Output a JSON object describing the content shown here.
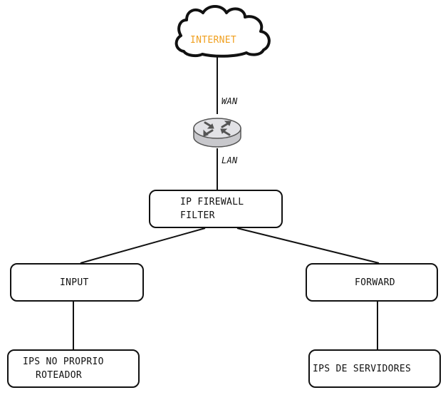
{
  "diagram": {
    "internet": {
      "label": "INTERNET",
      "color": "#f0a020"
    },
    "wan_label": "WAN",
    "lan_label": "LAN",
    "router": {
      "icon": "router-icon"
    },
    "firewall": {
      "line1": "IP FIREWALL",
      "line2": "FILTER"
    },
    "input": {
      "label": "INPUT"
    },
    "forward": {
      "label": "FORWARD"
    },
    "input_target": {
      "line1": "IPS NO PROPRIO",
      "line2": "ROTEADOR"
    },
    "forward_target": {
      "label": "IPS DE SERVIDORES"
    }
  }
}
